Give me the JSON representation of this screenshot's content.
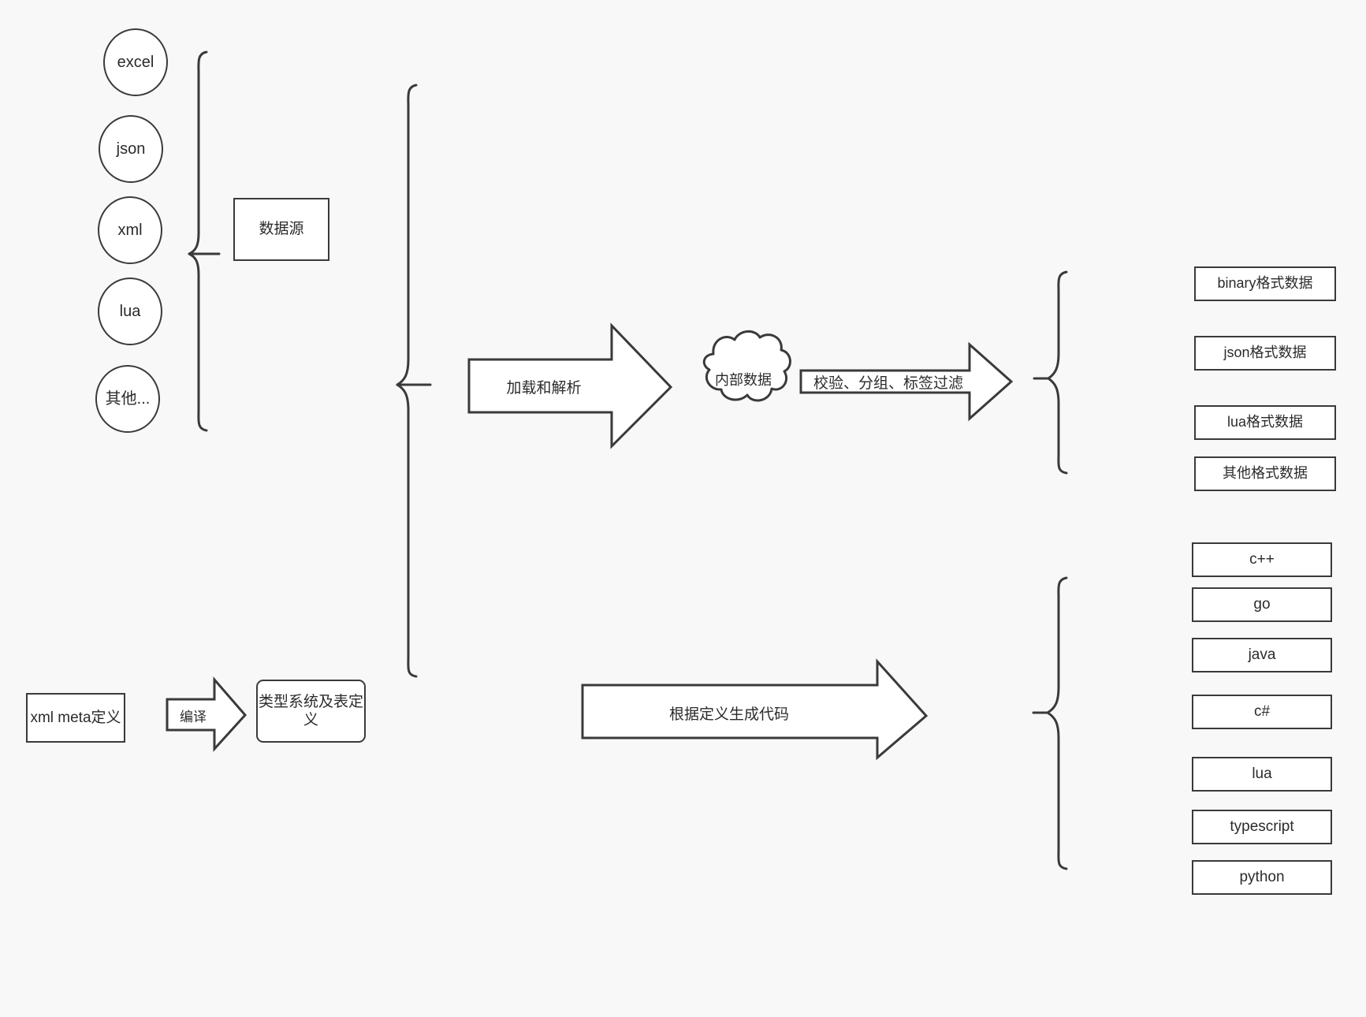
{
  "diagram": {
    "title": "data pipeline and code generation flow",
    "background_color": "#f8f8f8",
    "stroke_color": "#3a3a3a",
    "fill_color": "#ffffff"
  },
  "data_sources": {
    "items": [
      {
        "label": "excel"
      },
      {
        "label": "json"
      },
      {
        "label": "xml"
      },
      {
        "label": "lua"
      },
      {
        "label": "其他..."
      }
    ],
    "group_box": "数据源"
  },
  "pipeline": {
    "load_parse_arrow": "加载和解析",
    "internal_data_cloud": "内部数据",
    "filter_arrow": "校验、分组、标签过滤"
  },
  "output_formats": {
    "items": [
      {
        "label": "binary格式数据"
      },
      {
        "label": "json格式数据"
      },
      {
        "label": "lua格式数据"
      },
      {
        "label": "其他格式数据"
      }
    ]
  },
  "definition_flow": {
    "meta_box": "xml meta定义",
    "compile_arrow": "编译",
    "type_system_box": "类型系统及表定义",
    "codegen_arrow": "根据定义生成代码"
  },
  "code_targets": {
    "items": [
      {
        "label": "c++"
      },
      {
        "label": "go"
      },
      {
        "label": "java"
      },
      {
        "label": "c#"
      },
      {
        "label": "lua"
      },
      {
        "label": "typescript"
      },
      {
        "label": "python"
      }
    ]
  }
}
